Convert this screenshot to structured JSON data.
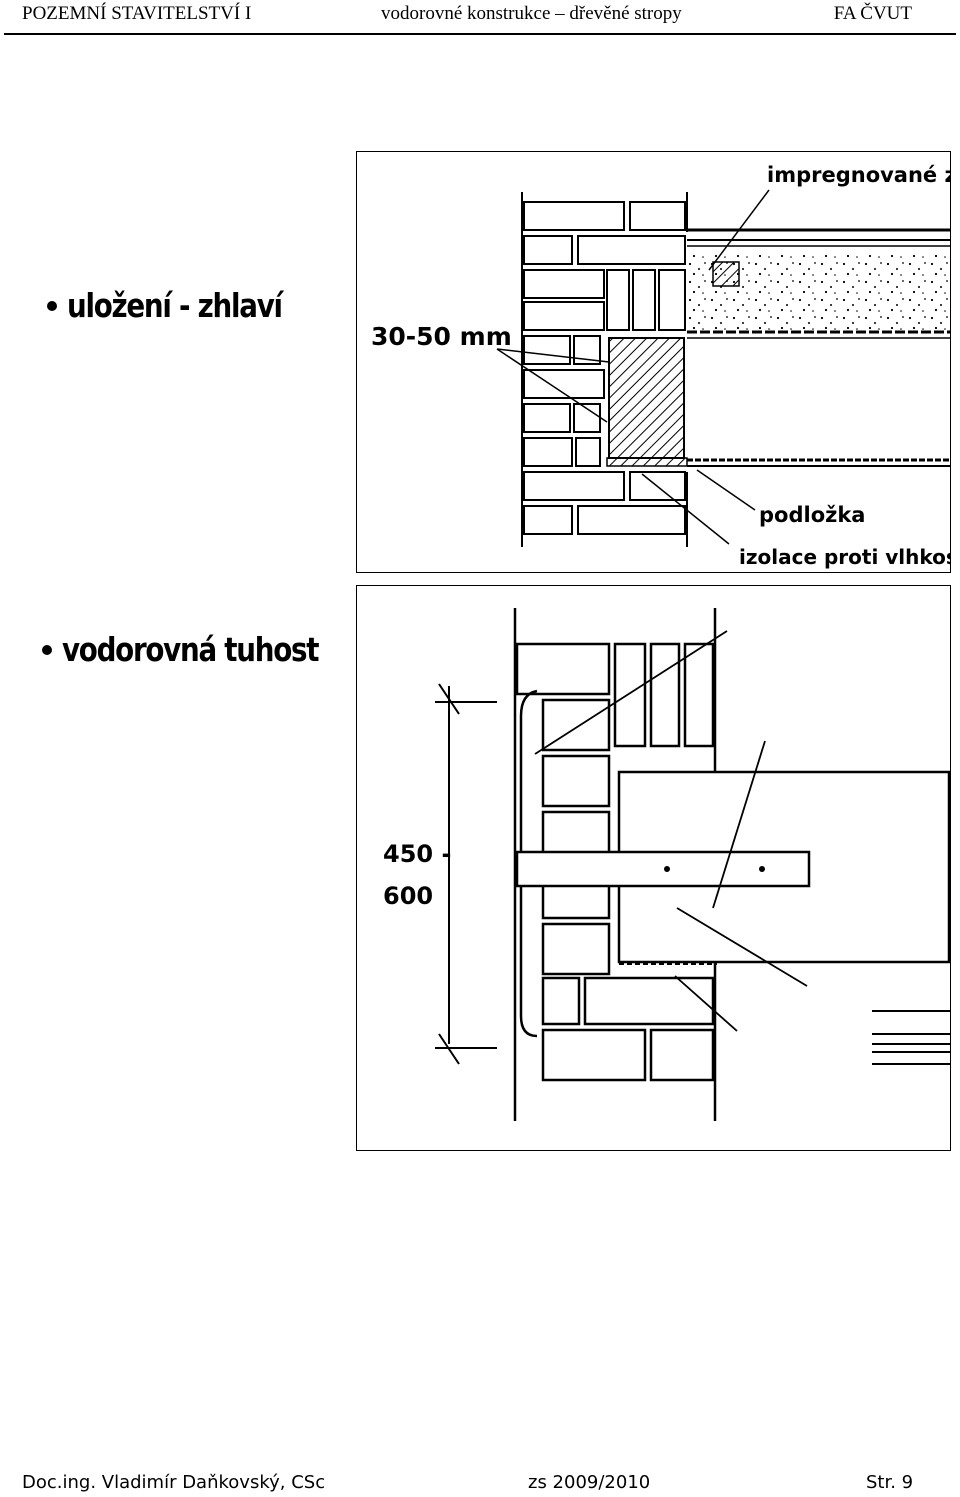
{
  "header": {
    "left": "POZEMNÍ STAVITELSTVÍ  I",
    "center": "vodorovné konstrukce – dřevěné stropy",
    "right": "FA ČVUT"
  },
  "bullets": [
    {
      "text": "uložení - zhlaví"
    },
    {
      "text": "vodorovná tuhost"
    }
  ],
  "figure1": {
    "label_top": "impregnované zhl",
    "label_gap": "30-50 mm",
    "label_pad": "podložka",
    "label_insulation": "izolace proti vlhkosti"
  },
  "figure2": {
    "dim_line1": "450 -",
    "dim_line2": "600"
  },
  "footer": {
    "author": "Doc.ing. Vladimír Daňkovský, CSc",
    "term": "zs 2009/2010",
    "page": "Str. 9"
  }
}
